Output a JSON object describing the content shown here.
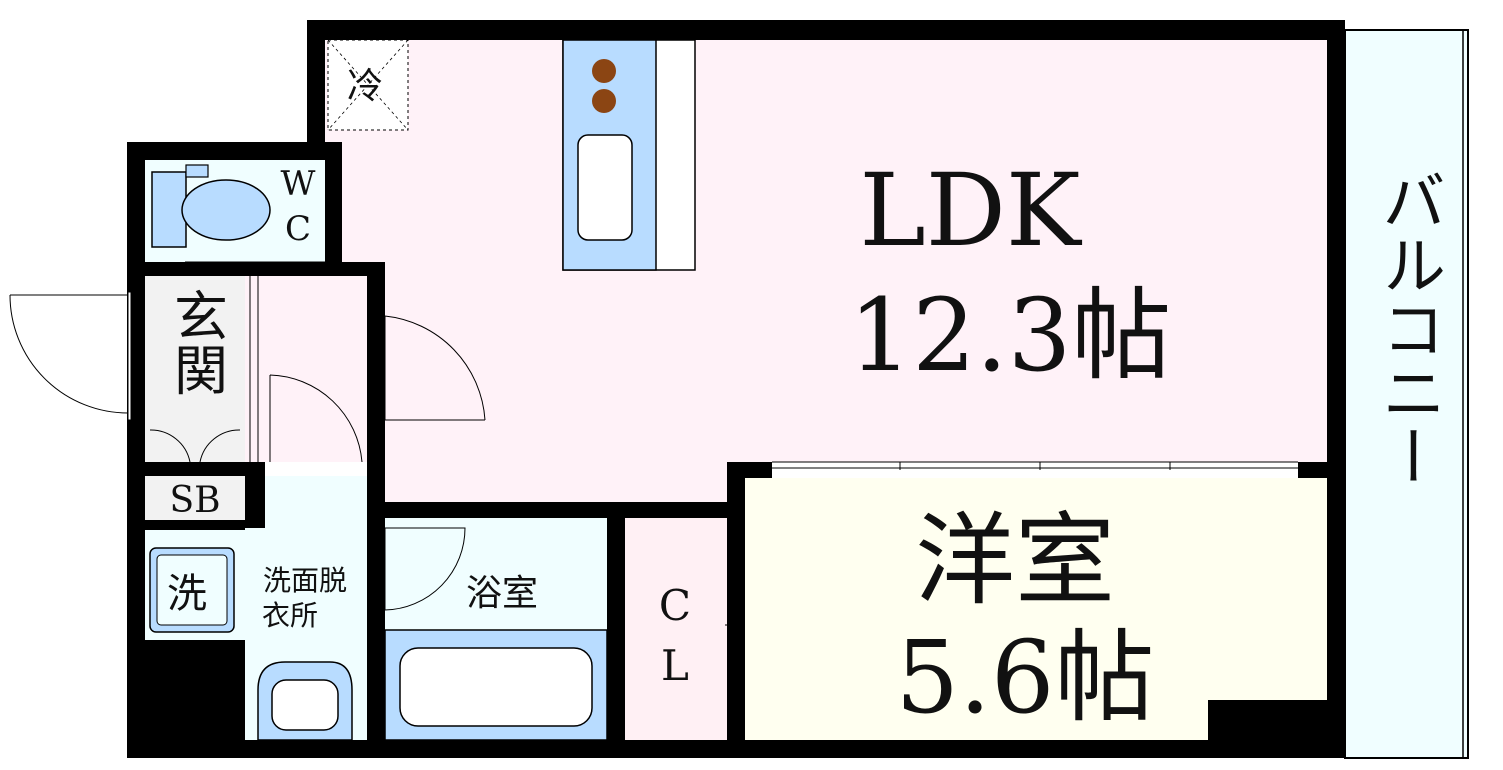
{
  "rooms": {
    "ldk": {
      "name": "LDK",
      "size": "12.3帖"
    },
    "western": {
      "name": "洋室",
      "size": "5.6帖"
    },
    "balcony": {
      "name": "バルコニー"
    },
    "entrance": {
      "name": "玄関"
    },
    "wc": {
      "line1": "W",
      "line2": "C"
    },
    "shoebox": {
      "name": "SB"
    },
    "washer": {
      "name": "洗"
    },
    "dressing": {
      "line1": "洗面脱",
      "line2": "衣所"
    },
    "bath": {
      "name": "浴室"
    },
    "closet": {
      "line1": "C",
      "line2": "L"
    },
    "fridge": {
      "name": "冷"
    }
  },
  "colors": {
    "wall": "#000000",
    "ldk": "#fff2f8",
    "western": "#fffff0",
    "wet_area": "#f0feff",
    "closet": "#fff0f4",
    "fixture": "#b8dcff",
    "floor_gray": "#f2f2f2",
    "stove": "#8b4513"
  }
}
